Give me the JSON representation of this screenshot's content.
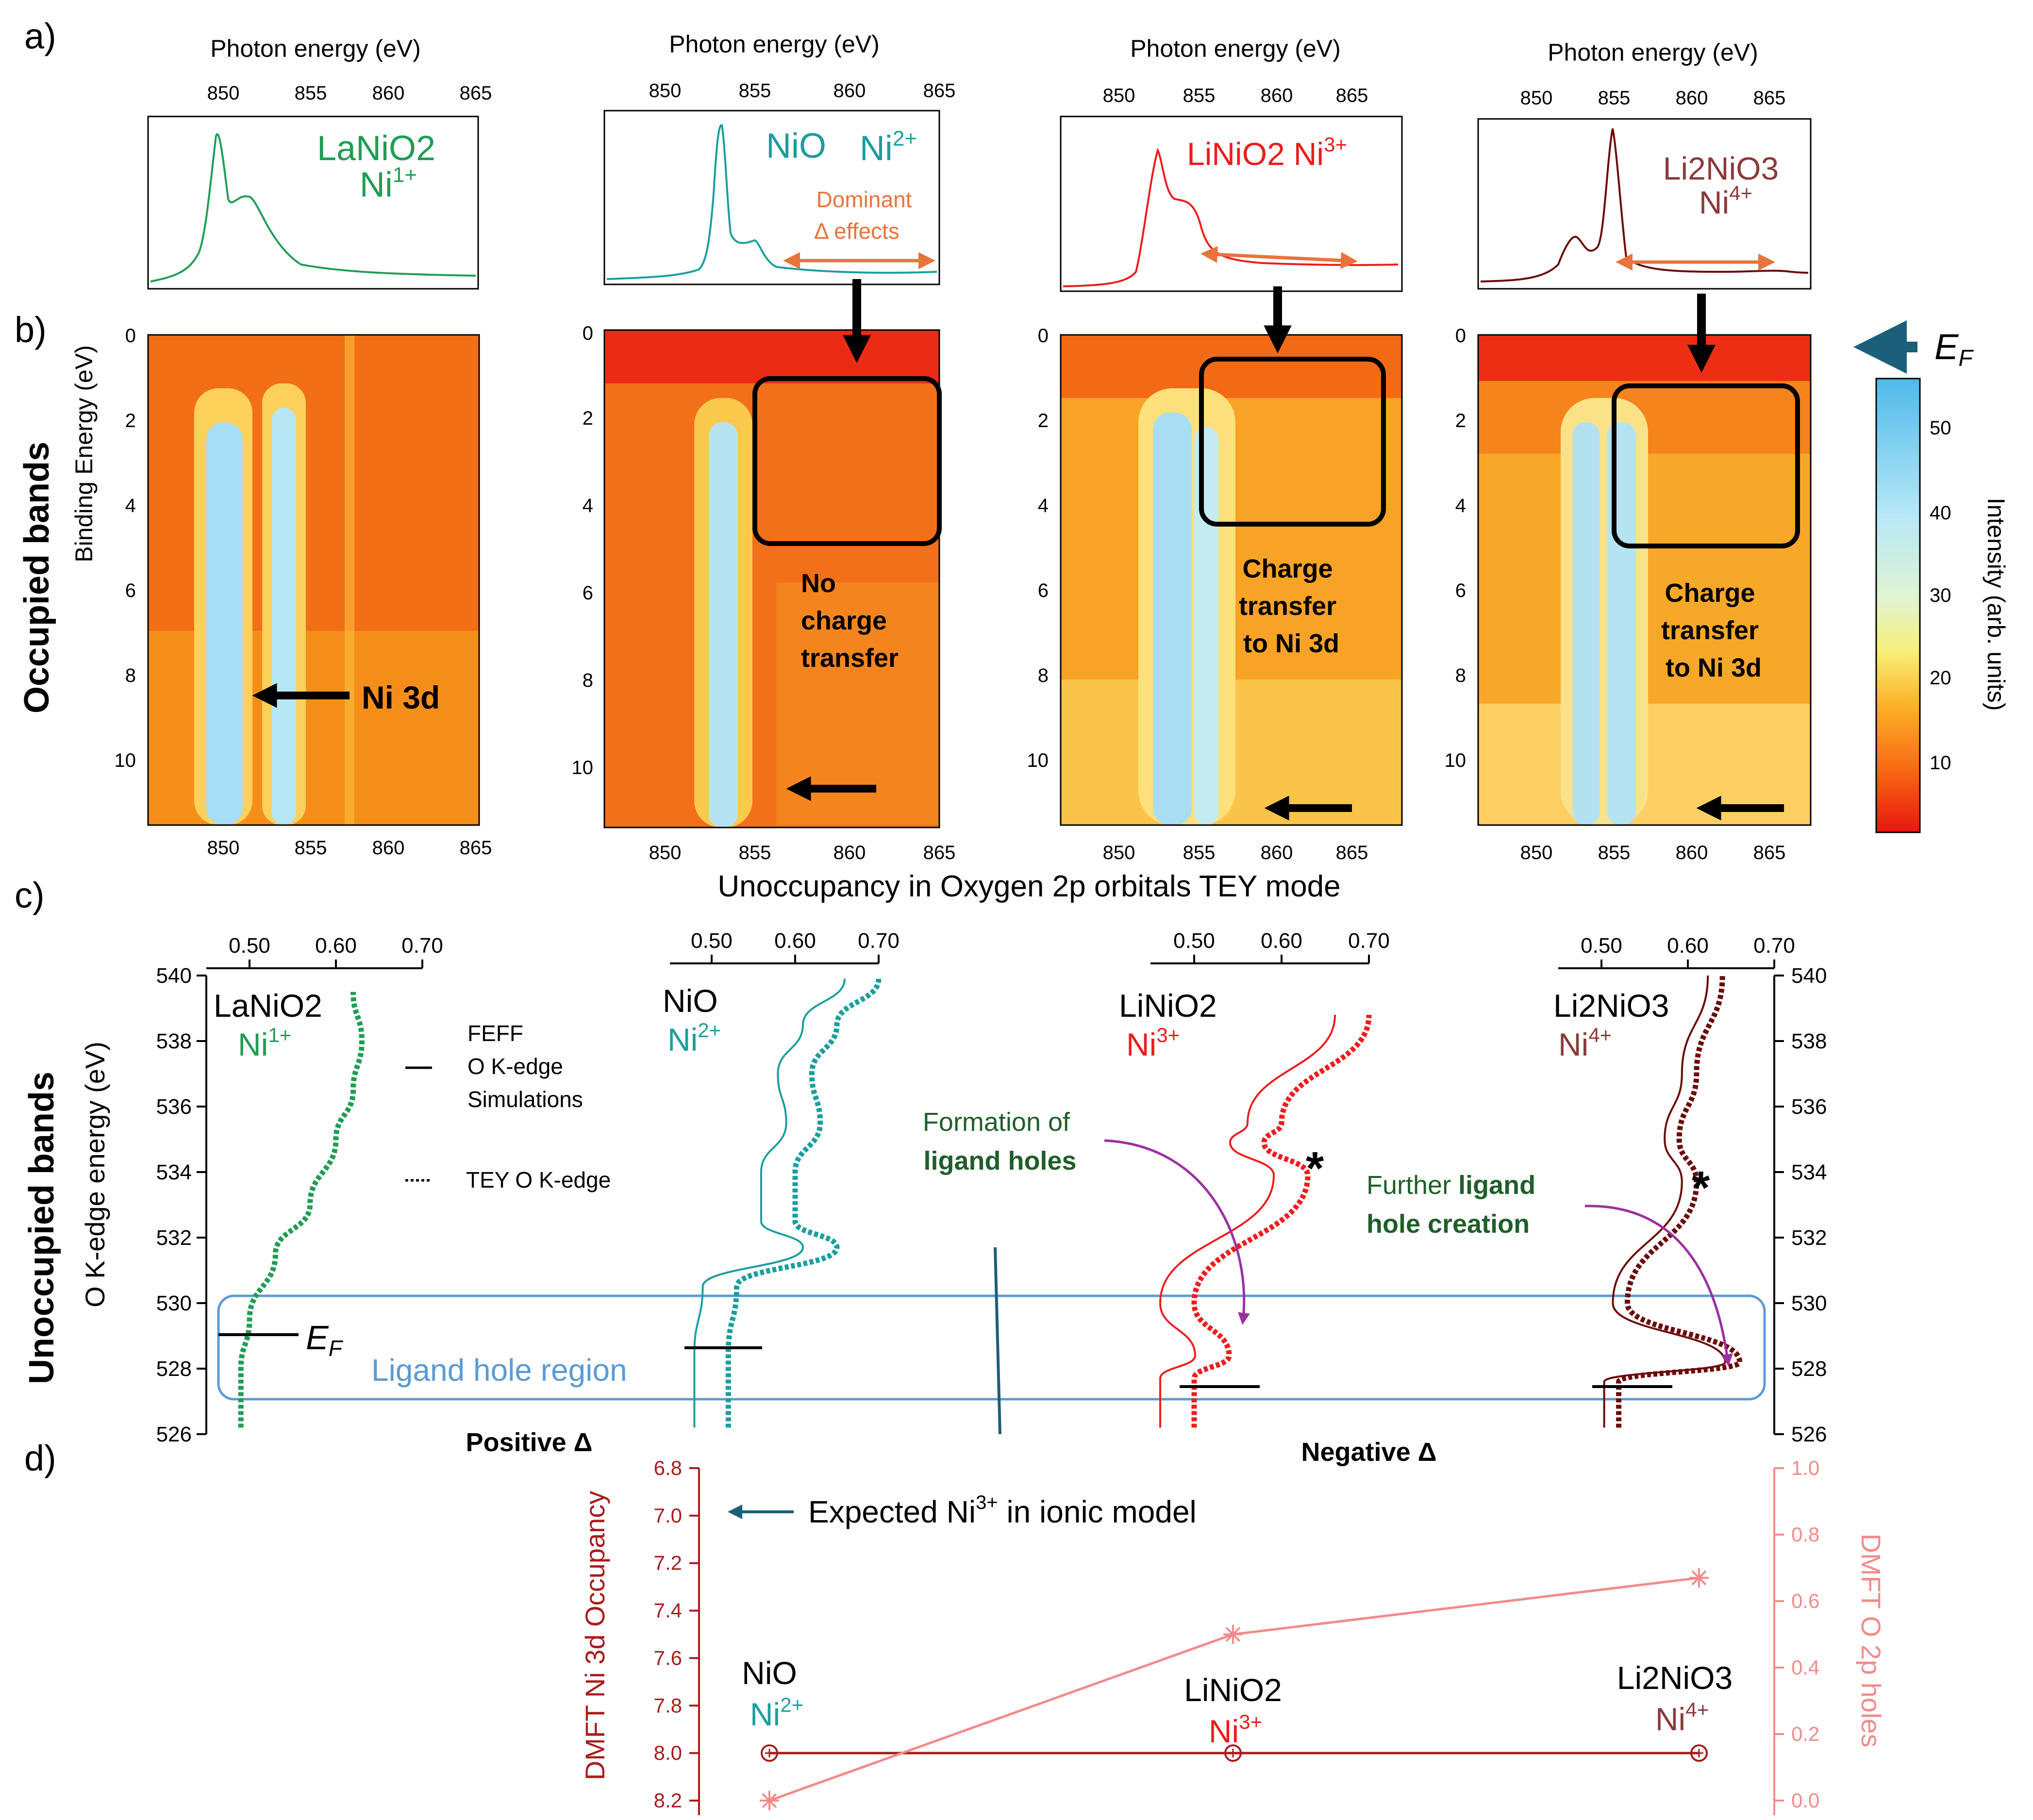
{
  "colors": {
    "lanio2": "#1f9d55",
    "nio": "#1a9e9e",
    "linio2": "#ee1c1c",
    "li2nio3": "#6b0a0a",
    "li2nio3_label": "#8b3a3a",
    "orange_arrow": "#e8743b",
    "ligand_box": "#5b9bd5",
    "dark_green": "#1f5e2a",
    "purple": "#9b30a0",
    "teal_dark": "#1c5f7a",
    "occupancy": "#a81c1c",
    "holes": "#f28b8b"
  },
  "panel_letters": {
    "a": "a)",
    "b": "b)",
    "c": "c)",
    "d": "d)"
  },
  "panel_a": {
    "xlabel": "Photon energy (eV)",
    "spectra": [
      {
        "name": "LaNiO2",
        "ion": "Ni",
        "charge": "1+",
        "xticks": [
          "850",
          "855",
          "860",
          "865"
        ],
        "xlim": [
          847,
          865
        ],
        "peaks": [
          {
            "x": 851,
            "h": 1.0,
            "w": 0.55
          },
          {
            "x": 852.8,
            "h": 0.28,
            "w": 1.0
          }
        ],
        "edge_step": 0.06
      },
      {
        "name": "NiO",
        "ion": "Ni",
        "charge": "2+",
        "xticks": [
          "850",
          "855",
          "860",
          "865"
        ],
        "xlim": [
          847,
          865
        ],
        "peaks": [
          {
            "x": 853,
            "h": 1.0,
            "w": 0.35
          },
          {
            "x": 855,
            "h": 0.18,
            "w": 0.5
          }
        ],
        "edge_step": 0.05,
        "annotation": "Dominant",
        "annotation2": "Δ effects"
      },
      {
        "name": "LiNiO2",
        "ion": "Ni",
        "charge": "3+",
        "xticks": [
          "850",
          "855",
          "860",
          "865"
        ],
        "xlim": [
          847,
          868
        ],
        "peaks": [
          {
            "x": 853.5,
            "h": 0.9,
            "w": 0.7
          },
          {
            "x": 855.2,
            "h": 0.5,
            "w": 0.8
          }
        ],
        "edge_step": 0.08
      },
      {
        "name": "Li2NiO3",
        "ion": "Ni",
        "charge": "4+",
        "xticks": [
          "850",
          "855",
          "860",
          "865"
        ],
        "xlim": [
          847,
          868
        ],
        "peaks": [
          {
            "x": 853.2,
            "h": 0.32,
            "w": 0.6
          },
          {
            "x": 855.5,
            "h": 0.95,
            "w": 0.45
          }
        ],
        "edge_step": 0.06
      }
    ]
  },
  "panel_b": {
    "side_label": "Occupied bands",
    "ylabel": "Binding Energy (eV)",
    "yticks": [
      "0",
      "2",
      "4",
      "6",
      "8",
      "10"
    ],
    "ylim": [
      0,
      11.5
    ],
    "xticks": [
      "850",
      "855",
      "860",
      "865"
    ],
    "xlabel": "Unoccupancy in Oxygen 2p orbitals TEY mode",
    "ef_label": "E",
    "ef_sub": "F",
    "ni3d_label": "Ni 3d",
    "colorbar": {
      "label": "Intensity (arb. units)",
      "ticks": [
        "10",
        "20",
        "30",
        "40",
        "50"
      ],
      "range": [
        1,
        55
      ]
    },
    "maps": [
      {
        "bands": [
          851,
          854
        ],
        "xlim": [
          847,
          865
        ]
      },
      {
        "bands": [
          853
        ],
        "xlim": [
          847,
          865
        ],
        "box_text": [
          "No",
          "charge",
          "transfer"
        ]
      },
      {
        "bands": [
          853,
          855
        ],
        "xlim": [
          847,
          868
        ],
        "box_text": [
          "Charge",
          "transfer",
          "to Ni 3d"
        ]
      },
      {
        "bands": [
          853.5,
          855.5
        ],
        "xlim": [
          847,
          868
        ],
        "box_text": [
          "Charge",
          "transfer",
          "to Ni 3d"
        ]
      }
    ]
  },
  "panel_c": {
    "side_label": "Unoccupied bands",
    "ylabel": "O K-edge energy (eV)",
    "yticks": [
      "526",
      "528",
      "530",
      "532",
      "534",
      "536",
      "538",
      "540"
    ],
    "ylim": [
      526,
      540
    ],
    "xticks": [
      "0.50",
      "0.60",
      "0.70"
    ],
    "legend_feff": [
      "FEFF",
      "O K-edge",
      "Simulations"
    ],
    "legend_tey": "TEY O K-edge",
    "ligand_region": "Ligand hole region",
    "positive": "Positive Δ",
    "negative": "Negative Δ",
    "formation_text": [
      "Formation of",
      "ligand holes"
    ],
    "further_text": [
      "Further ",
      "ligand",
      "hole creation"
    ],
    "star": "*",
    "materials": [
      {
        "name": "LaNiO2",
        "ion": "Ni",
        "charge": "1+",
        "ef": 529
      },
      {
        "name": "NiO",
        "ion": "Ni",
        "charge": "2+",
        "ef": 528.7
      },
      {
        "name": "LiNiO2",
        "ion": "Ni",
        "charge": "3+",
        "ef": 527.7
      },
      {
        "name": "Li2NiO3",
        "ion": "Ni",
        "charge": "4+",
        "ef": 527.7
      }
    ]
  },
  "panel_d": {
    "yleft_label": "DMFT Ni 3d Occupancy",
    "yright_label": "DMFT O 2p holes",
    "yleft_ticks": [
      "6.8",
      "7.0",
      "7.2",
      "7.4",
      "7.6",
      "7.8",
      "8.0",
      "8.2"
    ],
    "yright_ticks": [
      "0.0",
      "0.2",
      "0.4",
      "0.6",
      "0.8",
      "1.0"
    ],
    "expected_text": "Expected Ni",
    "expected_sup": "3+",
    "expected_tail": " in ionic model",
    "materials": [
      {
        "name": "NiO",
        "ion": "Ni",
        "charge": "2+"
      },
      {
        "name": "LiNiO2",
        "ion": "Ni",
        "charge": "3+"
      },
      {
        "name": "Li2NiO3",
        "ion": "Ni",
        "charge": "4+"
      }
    ]
  },
  "chart_data": [
    {
      "type": "line",
      "x": [
        "NiO",
        "LiNiO2",
        "Li2NiO3"
      ],
      "series": [
        {
          "name": "DMFT Ni 3d Occupancy",
          "values": [
            8.0,
            8.0,
            8.0
          ],
          "axis": "left"
        },
        {
          "name": "DMFT O 2p holes",
          "values": [
            0.0,
            0.5,
            0.67
          ],
          "axis": "right"
        }
      ],
      "ylabel": "DMFT Ni 3d Occupancy",
      "ylim": [
        6.8,
        8.2
      ],
      "y2label": "DMFT O 2p holes",
      "y2lim": [
        0.0,
        1.0
      ]
    },
    {
      "type": "line",
      "series": [
        {
          "name": "LaNiO2",
          "x": [
            0.49,
            0.49,
            0.5,
            0.53,
            0.57,
            0.6,
            0.62,
            0.63,
            0.62
          ],
          "y": [
            526.2,
            528,
            529.5,
            531.5,
            533,
            535,
            536.5,
            538,
            539.5
          ]
        },
        {
          "name": "NiO",
          "x": [
            0.52,
            0.52,
            0.53,
            0.65,
            0.6,
            0.6,
            0.63,
            0.62,
            0.65,
            0.7
          ],
          "y": [
            526.2,
            528.5,
            530.5,
            531.7,
            532.5,
            534,
            535.5,
            537,
            538.5,
            539.9
          ]
        },
        {
          "name": "LiNiO2",
          "x": [
            0.5,
            0.5,
            0.54,
            0.5,
            0.63,
            0.58,
            0.6,
            0.7
          ],
          "y": [
            526.2,
            527.7,
            528.4,
            530,
            533.9,
            534.9,
            535.5,
            538.8
          ]
        },
        {
          "name": "Li2NiO3",
          "x": [
            0.52,
            0.52,
            0.66,
            0.53,
            0.61,
            0.59,
            0.61,
            0.64
          ],
          "y": [
            526.2,
            527.6,
            528.2,
            530,
            533.7,
            535,
            537,
            540
          ]
        }
      ],
      "ylabel": "O K-edge energy (eV)",
      "ylim": [
        526,
        540
      ],
      "xlim": [
        0.45,
        0.7
      ]
    }
  ]
}
